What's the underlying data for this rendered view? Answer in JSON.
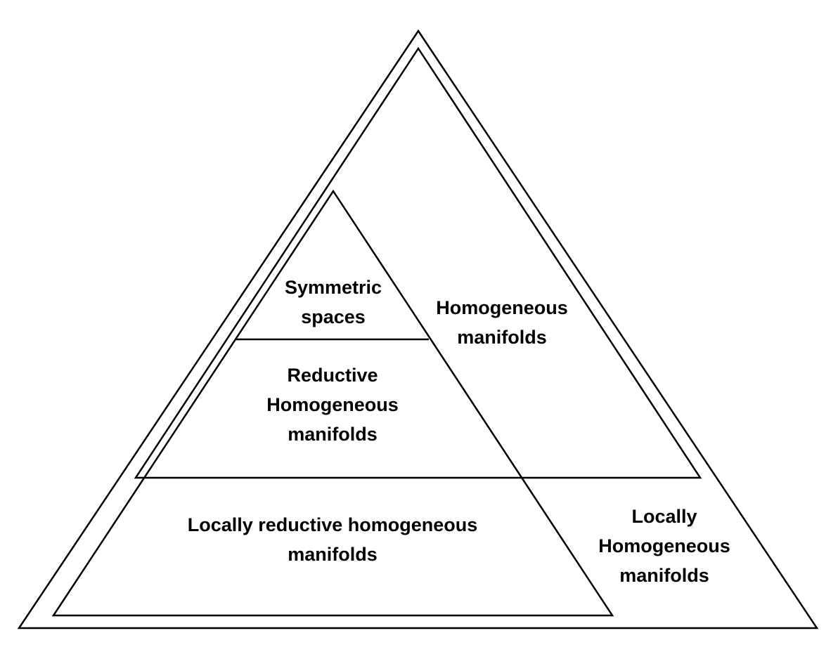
{
  "diagram": {
    "labels": {
      "symmetric": [
        "Symmetric",
        "spaces"
      ],
      "homogeneous": [
        "Homogeneous",
        "manifolds"
      ],
      "reductive": [
        "Reductive",
        "Homogeneous",
        "manifolds"
      ],
      "locally_reductive": [
        "Locally reductive homogeneous",
        "manifolds"
      ],
      "locally_homogeneous": [
        "Locally",
        "Homogeneous",
        "manifolds"
      ]
    }
  }
}
